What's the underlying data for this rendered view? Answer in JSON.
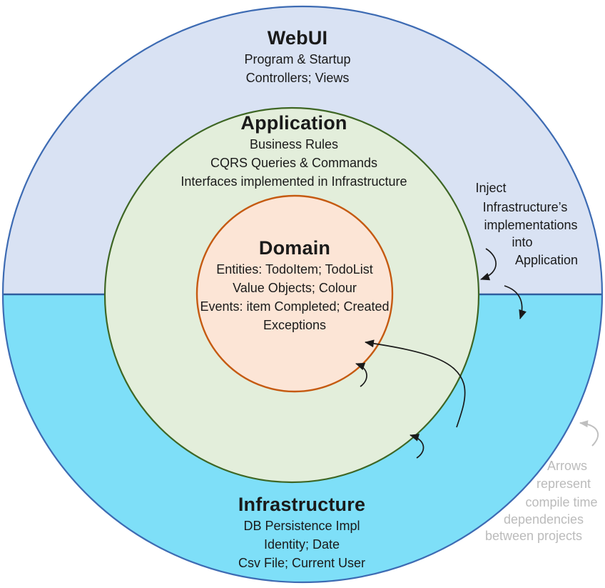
{
  "diagram_title": "Clean Architecture onion diagram",
  "rings": [
    {
      "id": "webui",
      "title": "WebUI",
      "lines": [
        "Program & Startup",
        "Controllers; Views"
      ]
    },
    {
      "id": "application",
      "title": "Application",
      "lines": [
        "Business Rules",
        "CQRS Queries & Commands",
        "Interfaces implemented in Infrastructure"
      ]
    },
    {
      "id": "domain",
      "title": "Domain",
      "lines": [
        "Entities: TodoItem; TodoList",
        "Value Objects; Colour",
        "Events: item Completed; Created",
        "Exceptions"
      ]
    },
    {
      "id": "infrastructure",
      "title": "Infrastructure",
      "lines": [
        "DB Persistence Impl",
        "Identity; Date",
        "Csv File; Current User"
      ]
    }
  ],
  "notes": {
    "inject": {
      "lines": [
        "Inject",
        "Infrastructure’s",
        "implementations",
        "into",
        "Application"
      ]
    },
    "arrows": {
      "lines": [
        "Arrows",
        "represent",
        "compile time",
        "dependencies",
        "between projects"
      ]
    }
  },
  "colors": {
    "webui_fill": "#d9e2f3",
    "infrastructure_fill": "#7edff8",
    "application_fill": "#e3eedb",
    "domain_fill": "#fce5d6",
    "outer_stroke": "#3d6bb3",
    "divider_stroke": "#2f5d9e",
    "application_stroke": "#3e6624",
    "domain_stroke": "#c55a11",
    "arrow_black": "#1a1a1a",
    "arrow_gray": "#bfbfbf"
  }
}
